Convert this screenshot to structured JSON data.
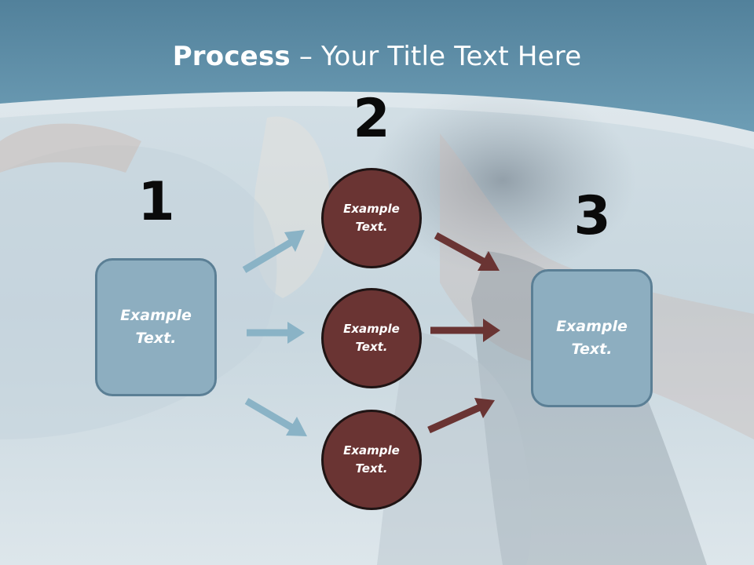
{
  "slide": {
    "title_bold": "Process",
    "title_rest": " – Your Title Text Here"
  },
  "steps": {
    "n1": "1",
    "n2": "2",
    "n3": "3"
  },
  "nodes": {
    "left_box": "Example Text.",
    "right_box": "Example Text.",
    "circle_top": "Example Text.",
    "circle_mid": "Example Text.",
    "circle_bot": "Example Text."
  },
  "colors": {
    "header_band": "#5e8ea7",
    "box_fill": "#8daec0",
    "box_border": "#5b7f95",
    "circle_fill": "#6a3433",
    "arrow_light": "#8ab3c6",
    "arrow_dark": "#6a3433"
  }
}
